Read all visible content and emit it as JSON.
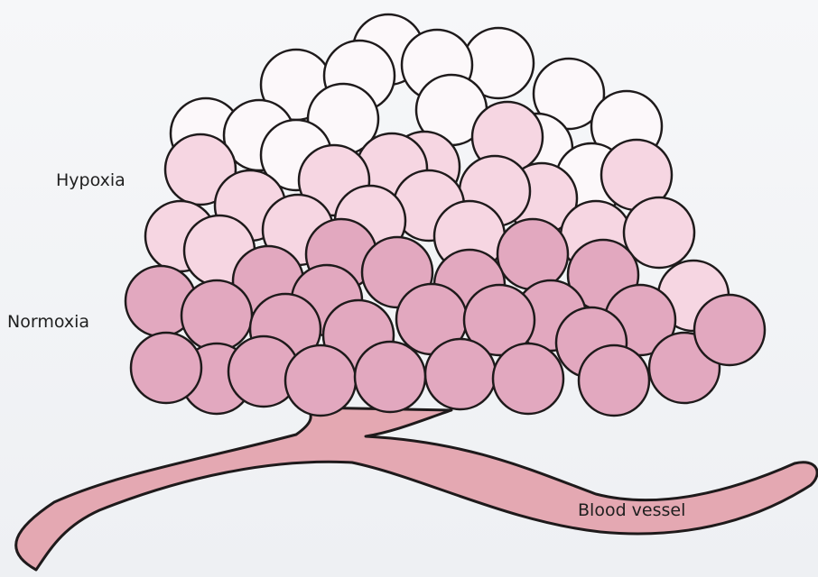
{
  "labels": {
    "hypoxia": "Hypoxia",
    "normoxia": "Normoxia",
    "blood_vessel": "Blood vessel"
  },
  "colors": {
    "hypoxic_cell": "#fcf8fa",
    "intermediate_cell": "#f6d6e2",
    "normoxic_cell": "#e2a8bf",
    "cell_outline": "#1e1a1b",
    "vessel_fill": "#e4a8b2",
    "background": "#f2f3f6"
  },
  "icons": {
    "tumor": "cell-cluster-icon",
    "vessel": "blood-vessel-icon"
  }
}
